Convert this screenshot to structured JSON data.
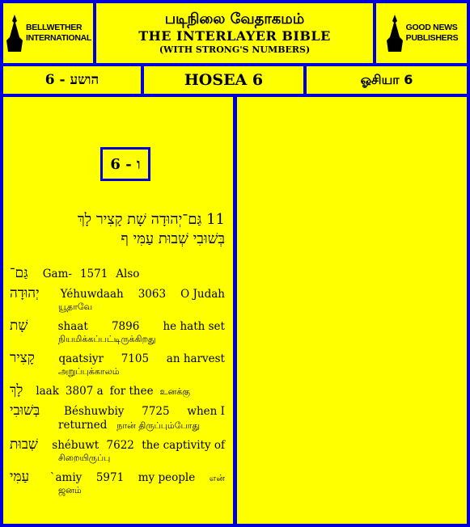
{
  "header": {
    "logo_left": [
      "BELLWETHER",
      "INTERNATIONAL"
    ],
    "tamil_title": "படிநிலை வேதாகமம்",
    "english_title": "THE  INTERLAYER BIBLE",
    "subtitle": "(WITH STRONG'S NUMBERS)",
    "logo_right": [
      "GOOD NEWS",
      "PUBLISHERS"
    ]
  },
  "nav": {
    "hebrew_ref": "הושע - 6",
    "english_ref": "HOSEA   6",
    "tamil_ref": "ஓசியா   6"
  },
  "verse": {
    "ref_box": "6 - ו",
    "hebrew_line1": "11 גַּם־יְהוּדָה שָׁת קָצִיר לָךְ",
    "hebrew_line2": "בְּשׁוּבִי שְׁבוּת עַמִּי  ף"
  },
  "words": [
    {
      "hebrew": "גַּם־",
      "translit": "Gam-",
      "strong": "1571",
      "english": "Also",
      "tamil": ""
    },
    {
      "hebrew": "יְהוּדָה",
      "translit": "Yéhuwdaah",
      "strong": "3063",
      "english": "O Judah",
      "tamil": "யூதாவே"
    },
    {
      "hebrew": "שָׁת",
      "translit": "shaat",
      "strong": "7896",
      "english": "he hath set",
      "tamil": "நியமிக்கப்பட்டிருக்கிறது"
    },
    {
      "hebrew": "קָצִיר",
      "translit": "qaatsiyr",
      "strong": "7105",
      "english": "an harvest",
      "tamil": "அறுப்புக்காலம்"
    },
    {
      "hebrew": "לָךְ",
      "translit": "laak",
      "strong": "3807 a",
      "english": "for thee",
      "tamil": "உனக்கு"
    },
    {
      "hebrew": "בְּשׁוּבִי",
      "translit": "Béshuwbiy",
      "strong": "7725",
      "english": "when I",
      "english2": "returned",
      "tamil": "நான் திருப்பும்போது"
    },
    {
      "hebrew": "שְׁבוּת",
      "translit": "shébuwt",
      "strong": "7622",
      "english": "the captivity of",
      "tamil": "சிறையிருப்பு"
    },
    {
      "hebrew": "עַמִּי",
      "translit": "`amiy",
      "strong": "5971",
      "english": "my people",
      "tamil": "என்",
      "tamil2": "ஜனம்"
    }
  ]
}
